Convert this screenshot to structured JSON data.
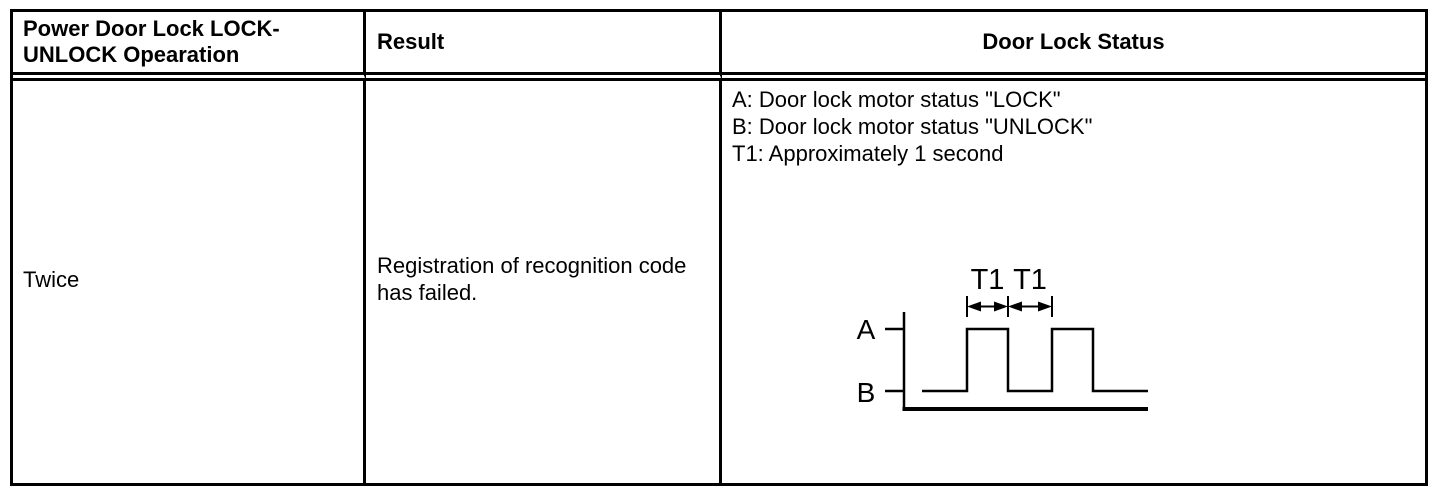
{
  "table": {
    "columns": [
      {
        "header": "Power Door Lock LOCK-UNLOCK Opearation"
      },
      {
        "header": "Result"
      },
      {
        "header": "Door Lock Status"
      }
    ],
    "row": {
      "operation": "Twice",
      "result": "Registration of recognition code has failed.",
      "status_legend": [
        "A: Door lock motor status \"LOCK\"",
        "B: Door lock motor status \"UNLOCK\"",
        "T1: Approximately 1 second"
      ]
    }
  },
  "diagram": {
    "type": "timing-waveform",
    "high_level_label": "A",
    "low_level_label": "B",
    "interval_labels": [
      "T1",
      "T1"
    ],
    "waveform": {
      "start_level": "B",
      "pulse_count": 2,
      "pulse_high_level": "A",
      "pulse_width": "T1",
      "gap_between_pulses": "T1",
      "end_level": "B"
    }
  },
  "colors": {
    "ink": "#000000",
    "paper": "#ffffff"
  }
}
